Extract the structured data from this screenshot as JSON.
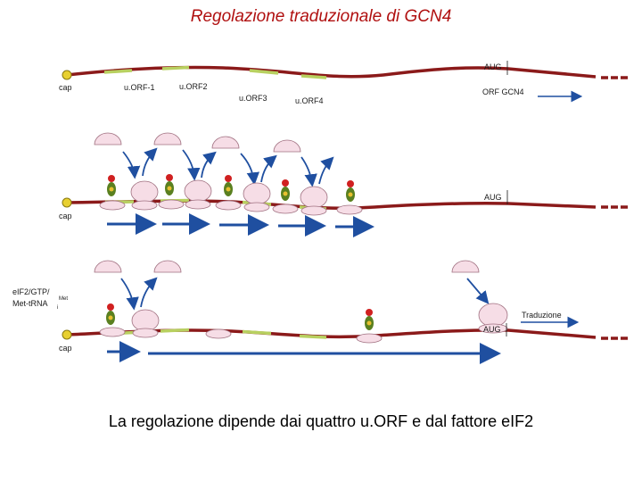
{
  "title": "Regolazione traduzionale di GCN4",
  "caption": "La regolazione dipende dai quattro u.ORF e dal fattore eIF2",
  "labels": {
    "cap": "cap",
    "uorf1": "u.ORF-1",
    "uorf2": "u.ORF2",
    "uorf3": "u.ORF3",
    "uorf4": "u.ORF4",
    "aug": "AUG",
    "orf_gcn4": "ORF GCN4",
    "eif2_line1": "eIF2/GTP/",
    "eif2_line2": "Met-tRNA",
    "eif2_sub": "i",
    "eif2_sup": "Met",
    "traduzione": "Traduzione"
  },
  "colors": {
    "title": "#b01010",
    "mrna": "#8b1a1a",
    "uorf": "#b8d060",
    "ribosome": "#f6dde6",
    "ribosome_edge": "#a07080",
    "arrow": "#1f4fa0",
    "cap": "#e8d030",
    "trna_green": "#5a8020",
    "trna_red": "#d02020"
  }
}
